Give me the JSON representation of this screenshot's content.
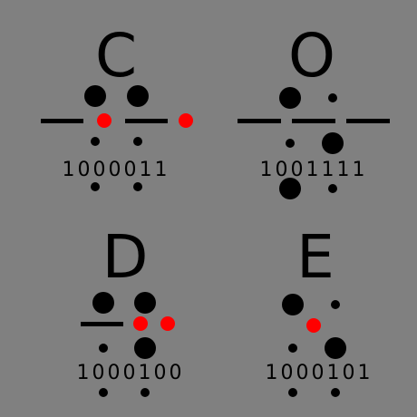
{
  "colors": {
    "background": "#808080",
    "ink": "#000000",
    "highlight": "#ff0000"
  },
  "panels": [
    {
      "id": "C",
      "letter": "C",
      "bits": "1000011"
    },
    {
      "id": "O",
      "letter": "O",
      "bits": "1001111"
    },
    {
      "id": "D",
      "letter": "D",
      "bits": "1000100"
    },
    {
      "id": "E",
      "letter": "E",
      "bits": "1000101"
    }
  ]
}
